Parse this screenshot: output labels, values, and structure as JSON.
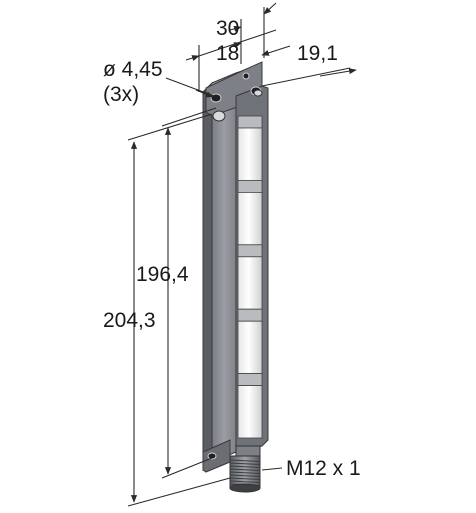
{
  "dimensions": {
    "width_total": "30",
    "width_inner": "18",
    "depth": "19,1",
    "hole_diameter": "ø 4,45",
    "hole_count": "(3x)",
    "height_inner": "196,4",
    "height_total": "204,3",
    "connector": "M12 x 1"
  },
  "colors": {
    "housing_front": "#8c8f95",
    "housing_side": "#6f7278",
    "housing_dark": "#54575c",
    "lens_white": "#f4f4f4",
    "lens_gray": "#b9bbbf",
    "line": "#2a2a2a"
  },
  "lens_segments": 5
}
